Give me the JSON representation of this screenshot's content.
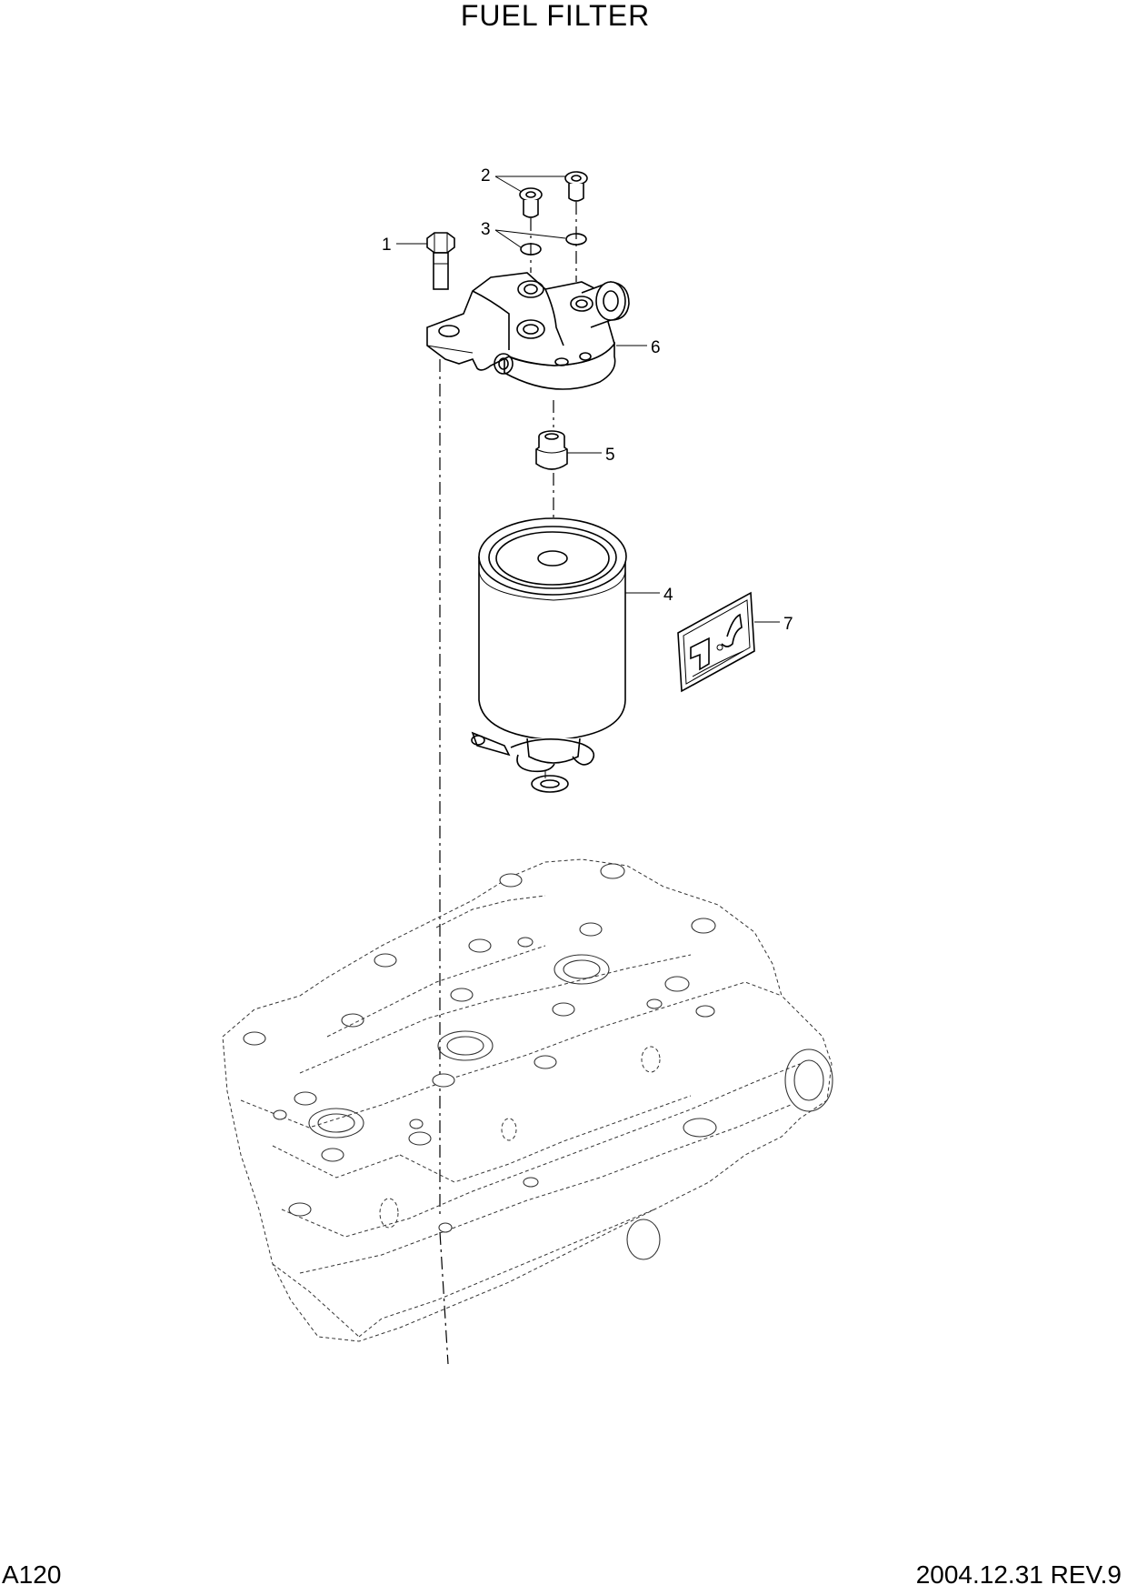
{
  "title": "FUEL FILTER",
  "page_code": "A120",
  "revision": "2004.12.31 REV.9",
  "callouts": [
    "1",
    "2",
    "3",
    "4",
    "5",
    "6",
    "7"
  ],
  "parts": {
    "bolt": "1",
    "plug": "2",
    "o_ring": "3",
    "filter_cartridge": "4",
    "adapter": "5",
    "filter_head": "6",
    "decal": "7"
  }
}
